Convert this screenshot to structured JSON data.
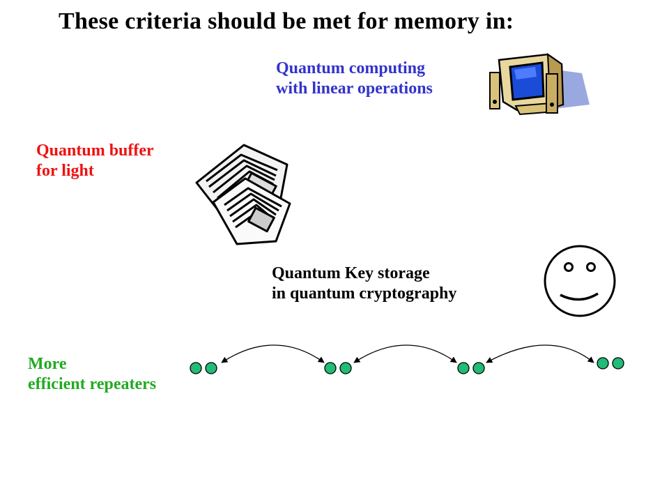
{
  "title": "These criteria should be met for memory in:",
  "items": {
    "quantum_computing": {
      "line1": "Quantum computing",
      "line2": "with linear operations",
      "color": "#3333cc",
      "icon": "computer-icon"
    },
    "quantum_buffer": {
      "line1": "Quantum buffer",
      "line2": "for light",
      "color": "#ee1111",
      "icon": "floppy-disks-icon"
    },
    "quantum_key": {
      "line1": "Quantum Key storage",
      "line2": "in quantum cryptography",
      "color": "#000000",
      "icon": "smiley-face-icon"
    },
    "repeaters": {
      "line1": "More",
      "line2": "efficient repeaters",
      "color": "#22aa22",
      "icon": "repeater-chain-diagram"
    }
  },
  "repeater_diagram": {
    "node_pairs": 4,
    "node_color": "#22bb77"
  }
}
